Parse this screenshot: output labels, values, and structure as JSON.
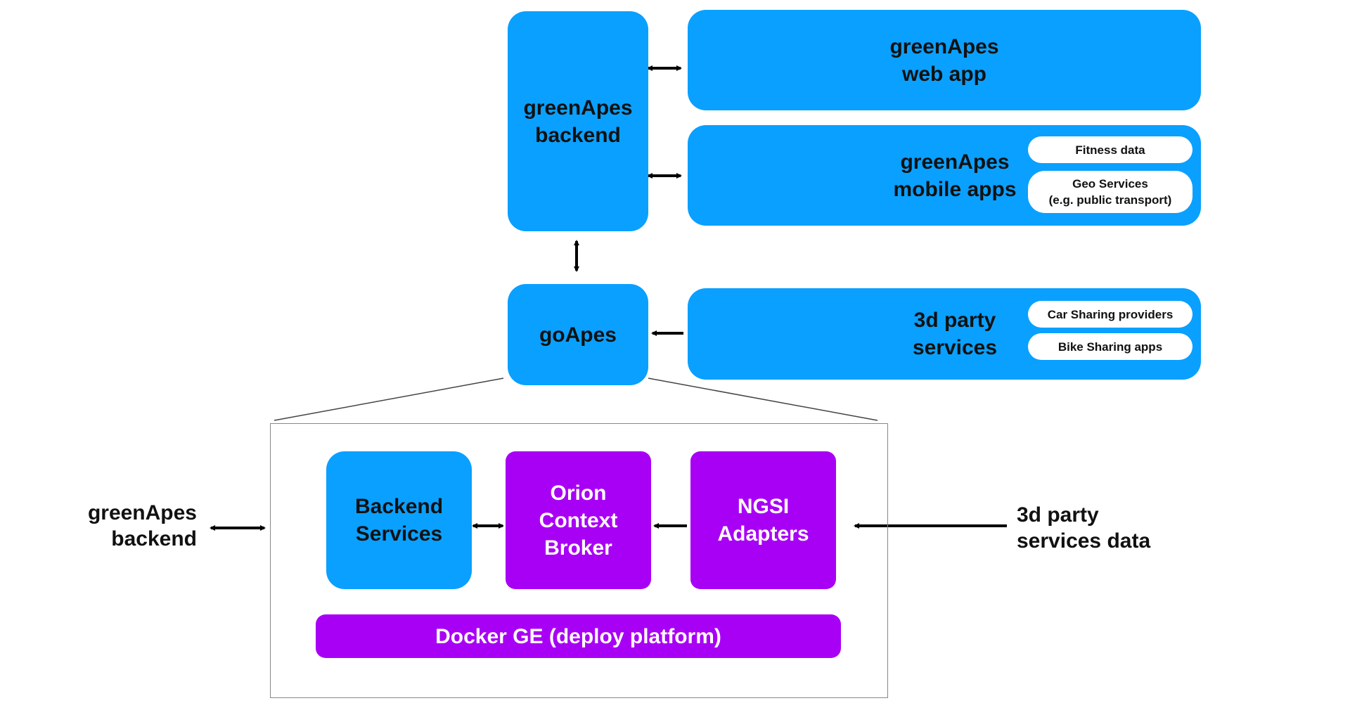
{
  "colors": {
    "blue": "#0aa0ff",
    "purple": "#a800f5",
    "white": "#ffffff",
    "text": "#111111"
  },
  "top": {
    "backend": "greenApes\nbackend",
    "web_app": "greenApes\nweb app",
    "mobile_apps": "greenApes\nmobile apps",
    "mobile_pills": [
      "Fitness data",
      "Geo Services\n(e.g. public transport)"
    ],
    "goapes": "goApes",
    "third_party": "3d party\nservices",
    "third_party_pills": [
      "Car Sharing providers",
      "Bike Sharing apps"
    ]
  },
  "detail": {
    "backend_services": "Backend\nServices",
    "orion": "Orion\nContext\nBroker",
    "ngsi": "NGSI\nAdapters",
    "docker": "Docker GE (deploy platform)"
  },
  "external": {
    "left_label": "greenApes\nbackend",
    "right_label": "3d party\nservices data"
  }
}
